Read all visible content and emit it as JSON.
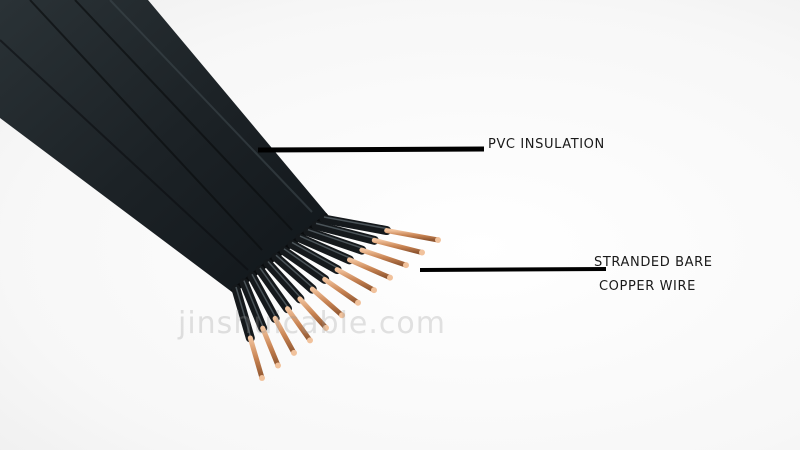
{
  "labels": {
    "pvc": "PVC INSULATION",
    "copper_line_1": "STRANDED BARE",
    "copper_line_2": "COPPER WIRE"
  },
  "watermark": "jinshuicable.com",
  "colors": {
    "jacket": "#1c2226",
    "conductor_insulation": "#15191c",
    "copper": "#c98453",
    "copper_highlight": "#f1c29c",
    "leader_line": "#000000",
    "background": "#ffffff"
  },
  "cable": {
    "conductor_count": 12
  }
}
